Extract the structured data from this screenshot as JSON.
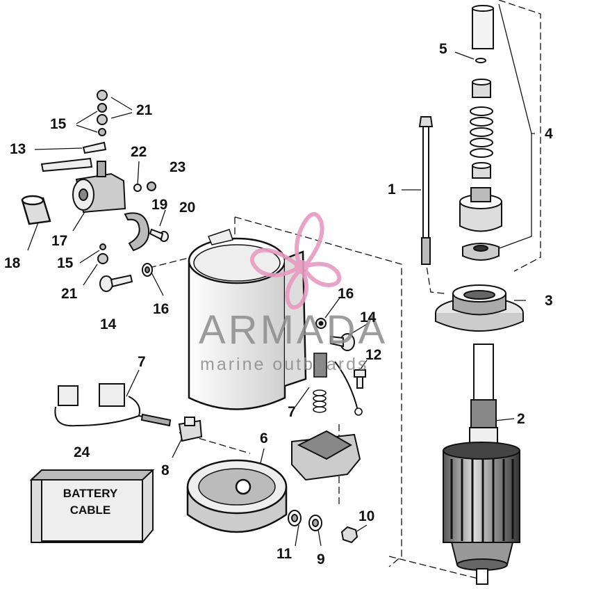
{
  "watermark": {
    "brand": "ARMADA",
    "tagline": "marine outboards",
    "color": "#8c8c8c",
    "logo_color": "#e79ac0"
  },
  "battery_label": [
    "BATTERY",
    "CABLE"
  ],
  "callouts": {
    "n1": "1",
    "n2": "2",
    "n3": "3",
    "n4": "4",
    "n5": "5",
    "n6": "6",
    "n7a": "7",
    "n7b": "7",
    "n8": "8",
    "n9": "9",
    "n10": "10",
    "n11": "11",
    "n12": "12",
    "n13": "13",
    "n14a": "14",
    "n14b": "14",
    "n15a": "15",
    "n15b": "15",
    "n16a": "16",
    "n16b": "16",
    "n17": "17",
    "n18": "18",
    "n19": "19",
    "n20": "20",
    "n21a": "21",
    "n21b": "21",
    "n22": "22",
    "n23": "23",
    "n24": "24"
  }
}
